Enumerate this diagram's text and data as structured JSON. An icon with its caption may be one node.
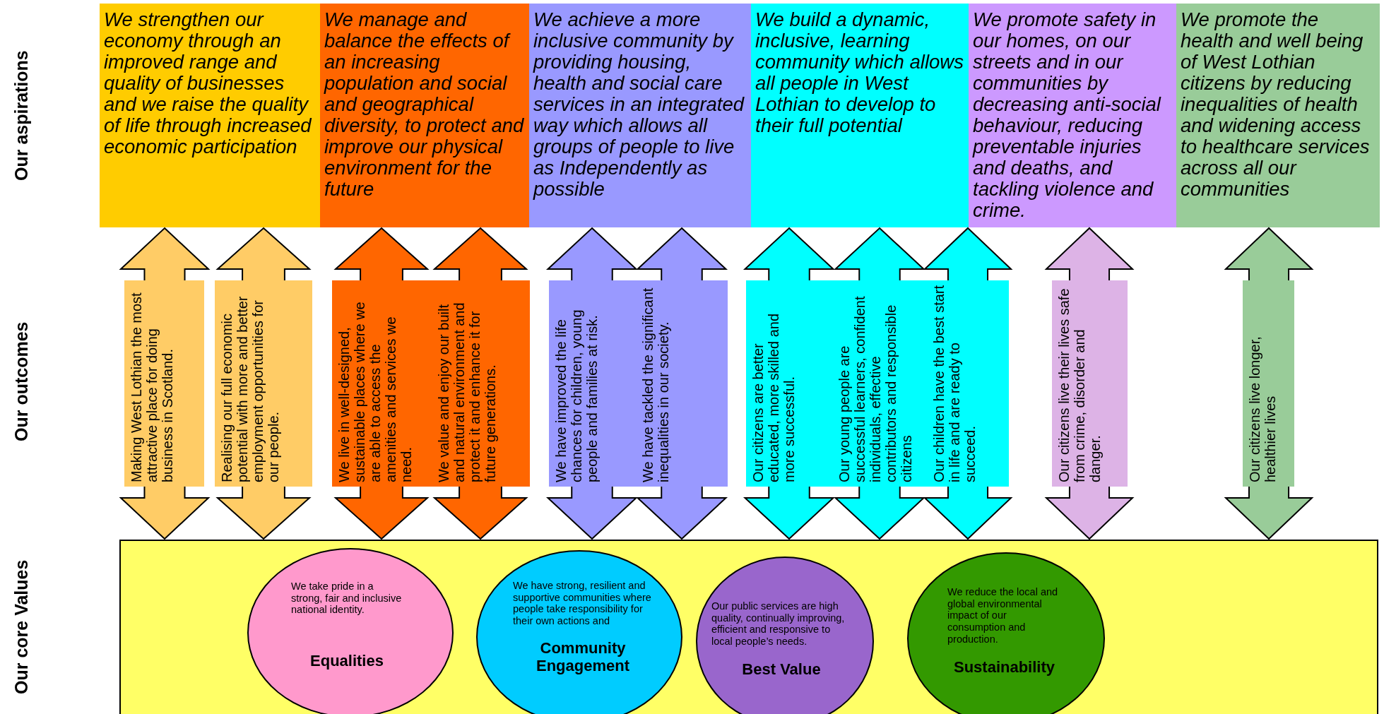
{
  "diagram": {
    "nodes": [
      {
        "text": [
          "We strengthen our economy through an improved range and quality of businesses and we raise the quality of life through increased economic participation"
        ]
      },
      {
        "text": [
          "We manage and balance the effects of an increasing population and social and geographical diversity, to protect and improve our physical environment for the future"
        ]
      },
      {
        "text": [
          "We achieve a more inclusive community by providing housing, health and social care services in an integrated way which allows all groups of people to live as Independently as possible"
        ]
      },
      {
        "text": [
          "We build a dynamic, inclusive, learning community which allows all people in West Lothian to develop to their full potential"
        ]
      },
      {
        "text": [
          "We promote safety in our homes, on our streets and in our communities by decreasing anti-social behaviour, reducing preventable injuries and deaths, and tackling violence and crime."
        ]
      },
      {
        "text": [
          "We promote the health and well being of West Lothian citizens by reducing inequalities of health and widening access to healthcare services across all our communities"
        ]
      },
      {
        "text": [],
        "shape": "box"
      },
      {
        "text": [
          "We take pride in a strong, fair and inclusive national identity.",
          "Equalities"
        ],
        "in": 6
      },
      {
        "text": [
          "We have strong, resilient and supportive communities where people take responsibility for their own actions and",
          "Community Engagement"
        ],
        "in": 6
      },
      {
        "text": [
          "Our public services are high quality, continually improving, efficient and responsive to local people’s needs.",
          "Best Value"
        ],
        "in": 6
      },
      {
        "text": [
          "We reduce the local and global environmental impact of our consumption and production.",
          "Sustainability"
        ],
        "in": 6
      }
    ],
    "edges": [
      {
        "from": 0,
        "to": 6,
        "arrow": "both",
        "label": "Making West Lothian the most attractive place for doing business in Scotland.",
        "color": "#ffcc66"
      },
      {
        "from": 0,
        "to": 6,
        "arrow": "both",
        "label": "Realising our full economic potential with more and better employment opportunities for our people.",
        "color": "#ffcc66"
      },
      {
        "from": 1,
        "to": 6,
        "arrow": "both",
        "label": "We live in well-designed, sustainable places where we are able to access the amenities and services we need.",
        "color": "#ff6600"
      },
      {
        "from": 1,
        "to": 6,
        "arrow": "both",
        "label": "We value and enjoy our built and natural environment and protect it and enhance it for future generations.",
        "color": "#ff6600"
      },
      {
        "from": 2,
        "to": 6,
        "arrow": "both",
        "label": "We have improved the life chances for children, young people and families at risk.",
        "color": "#9999ff"
      },
      {
        "from": 2,
        "to": 6,
        "arrow": "both",
        "label": "We have tackled the significant inequalities in our society.",
        "color": "#9999ff"
      },
      {
        "from": 3,
        "to": 6,
        "arrow": "both",
        "label": "Our citizens are better educated, more skilled and more successful.",
        "color": "#00ffff"
      },
      {
        "from": 3,
        "to": 6,
        "arrow": "both",
        "label": "Our young people are successful learners, confident individuals, effective contributors and responsible citizens",
        "color": "#00ffff"
      },
      {
        "from": 3,
        "to": 6,
        "arrow": "both",
        "label": "Our children have the best start in life and are ready to succeed.",
        "color": "#00ffff"
      },
      {
        "from": 4,
        "to": 6,
        "arrow": "both",
        "label": "Our citizens live their lives safe from crime, disorder and danger.",
        "color": "#ddb3e6"
      },
      {
        "from": 5,
        "to": 6,
        "arrow": "both",
        "label": "Our citizens live longer, healthier lives",
        "color": "#99cc99"
      }
    ],
    "labels": [
      "Our aspirations",
      "Our outcomes",
      "Our core Values"
    ]
  }
}
